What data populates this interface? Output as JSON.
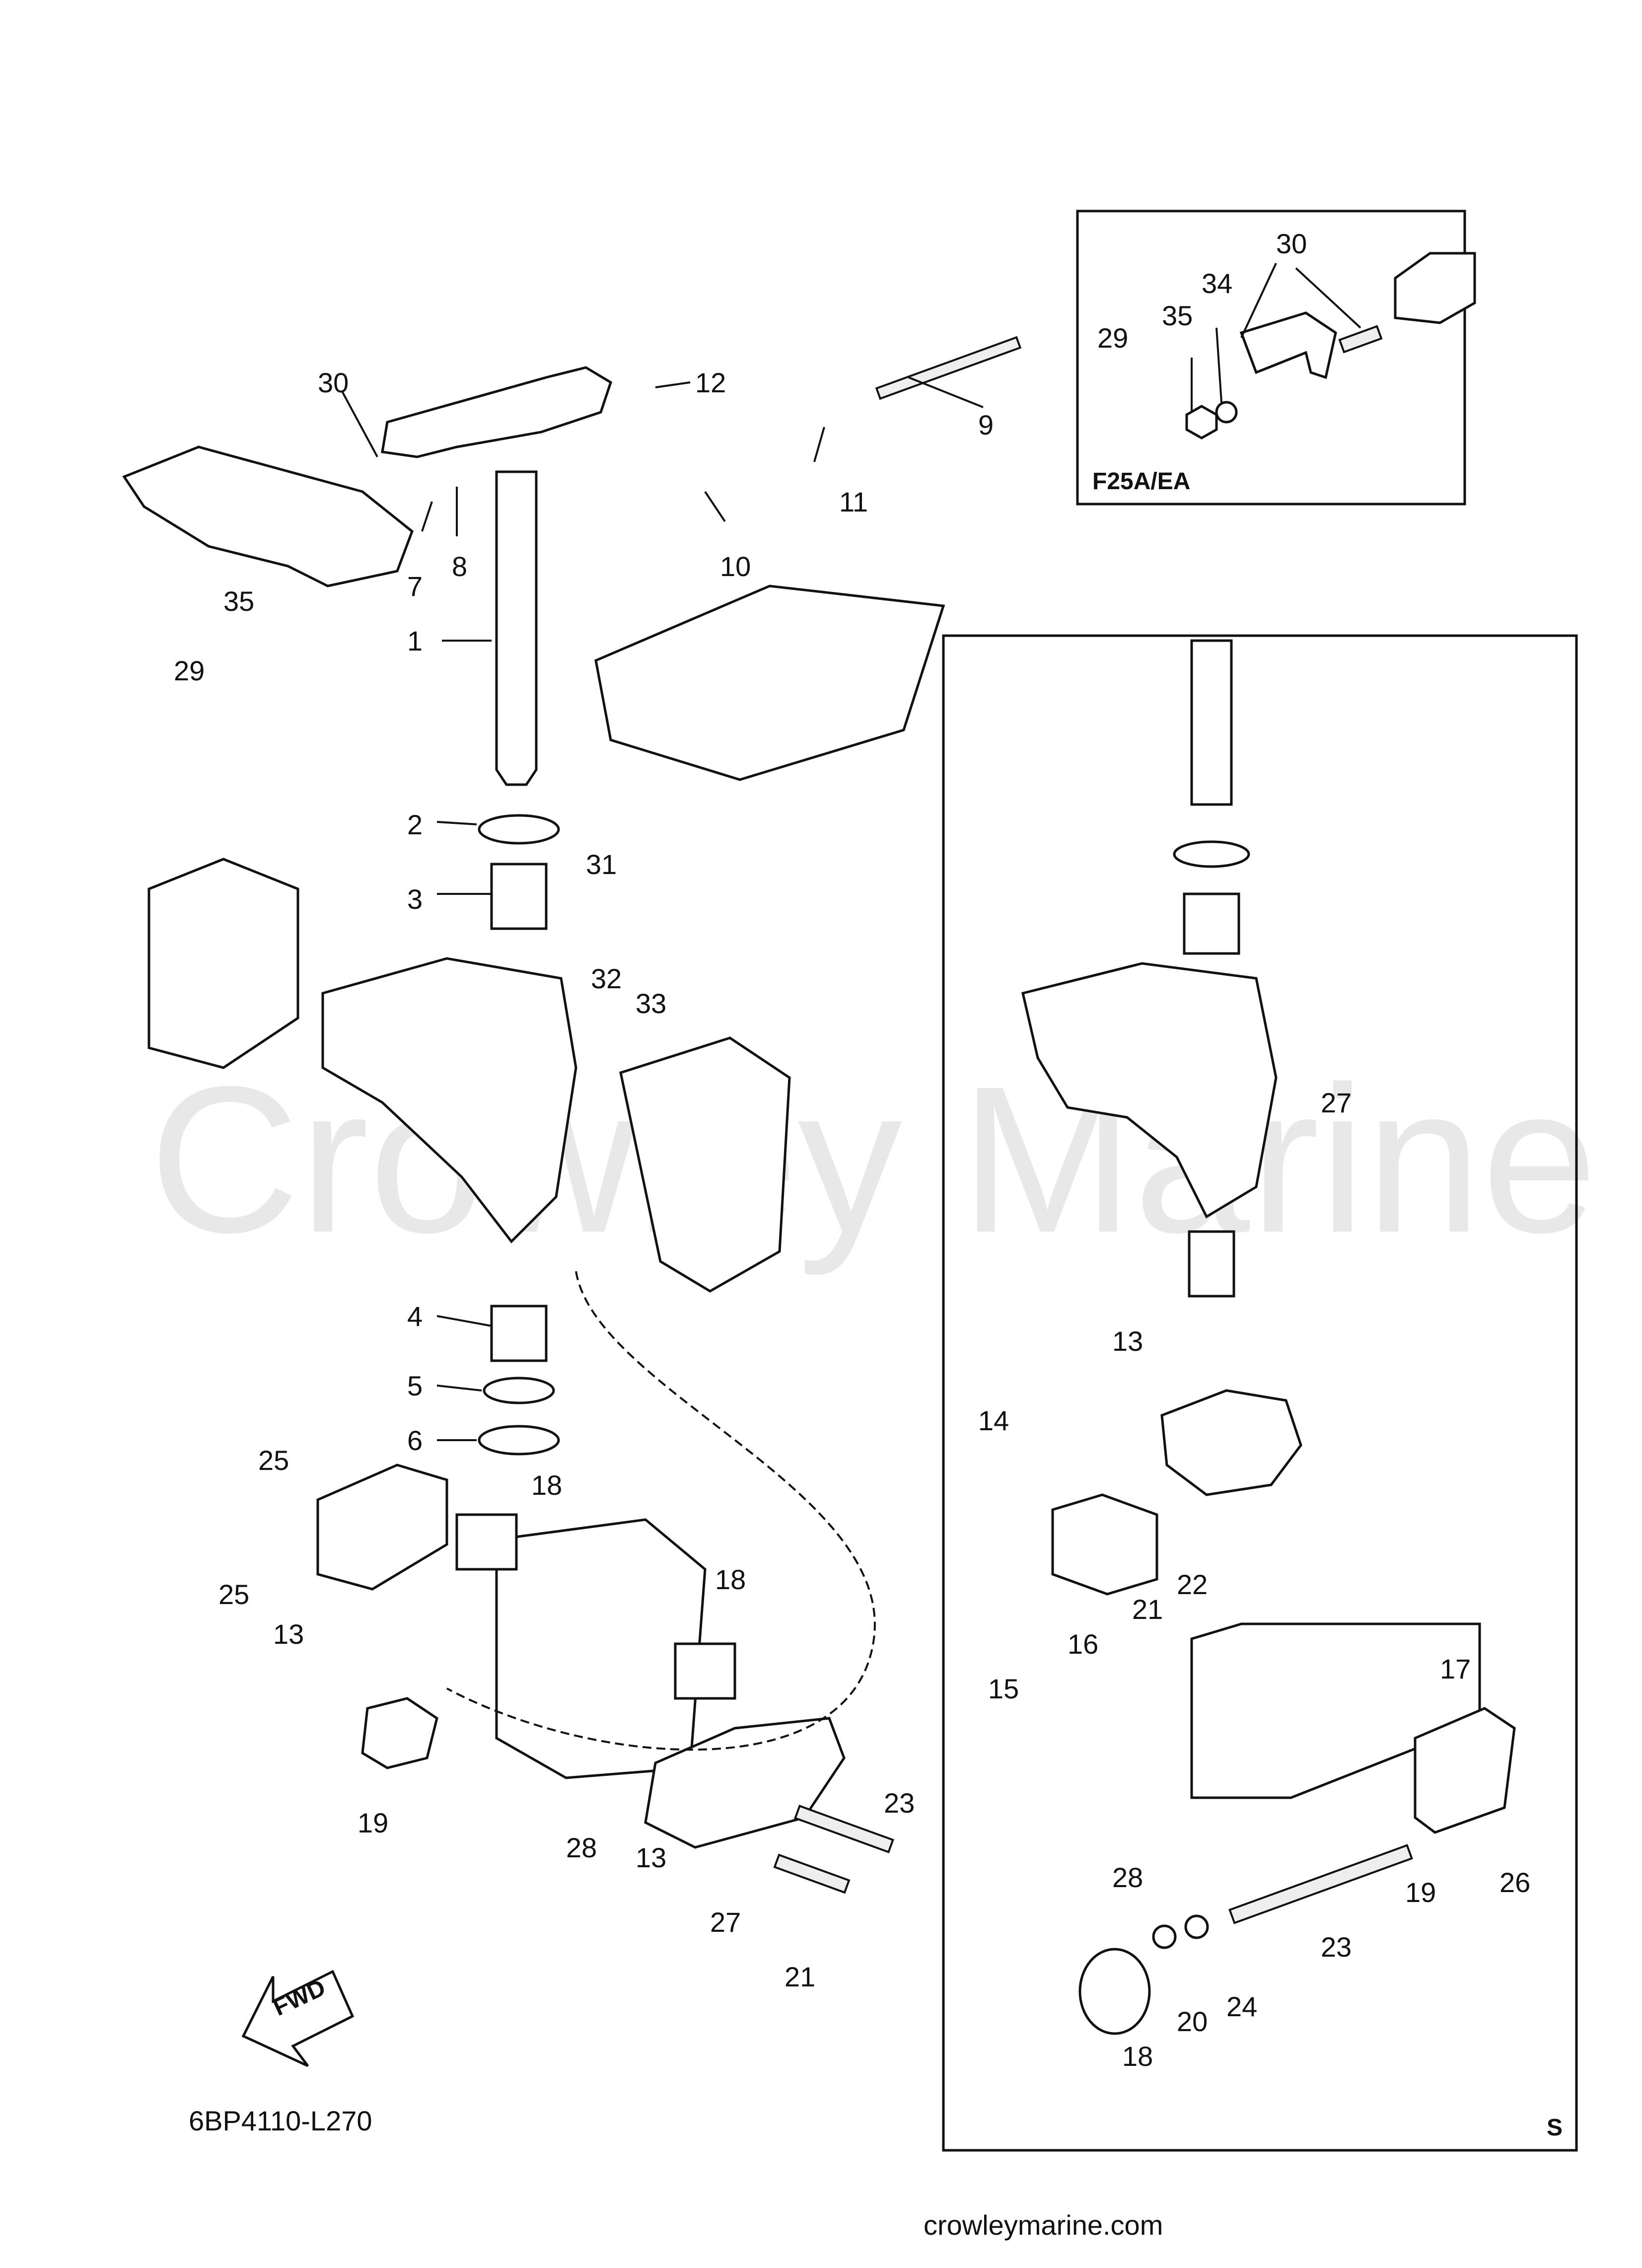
{
  "watermark": "Crowley Marine",
  "footer_url": "crowleymarine.com",
  "diagram_code": "6BP4110-L270",
  "fwd_label": "FWD",
  "inset_f25": {
    "label": "F25A/EA"
  },
  "inset_s": {
    "label": "S"
  },
  "callouts": {
    "c1": "1",
    "c2": "2",
    "c3": "3",
    "c4": "4",
    "c5": "5",
    "c6": "6",
    "c7": "7",
    "c8": "8",
    "c9": "9",
    "c10": "10",
    "c11": "11",
    "c12": "12",
    "c13a": "13",
    "c13b": "13",
    "c13c": "13",
    "c14": "14",
    "c15": "15",
    "c16": "16",
    "c17": "17",
    "c18a": "18",
    "c18b": "18",
    "c18c": "18",
    "c19a": "19",
    "c19b": "19",
    "c20": "20",
    "c21a": "21",
    "c21b": "21",
    "c22": "22",
    "c23a": "23",
    "c23b": "23",
    "c24": "24",
    "c25a": "25",
    "c25b": "25",
    "c26": "26",
    "c27a": "27",
    "c27b": "27",
    "c28a": "28",
    "c28b": "28",
    "c29a": "29",
    "c29b": "29",
    "c30a": "30",
    "c30b": "30",
    "c31": "31",
    "c32": "32",
    "c33": "33",
    "c34": "34",
    "c35a": "35",
    "c35b": "35"
  }
}
